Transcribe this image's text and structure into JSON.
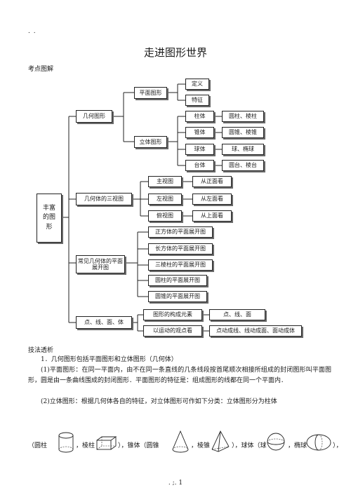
{
  "header": {
    "dots": ". .",
    "title": "走进图形世界",
    "section": "考点图解"
  },
  "diagram": {
    "root": "丰富的图形",
    "geometry": "几何图形",
    "plane": "平面图形",
    "definition": "定义",
    "feature": "特征",
    "solid": "立体图形",
    "prism": "柱体",
    "prism_ex": "圆柱、棱柱",
    "cone": "锥体",
    "cone_ex": "圆锥、棱锥",
    "sphere": "球体",
    "sphere_ex": "球、椭球",
    "frustum": "台体",
    "frustum_ex": "圆台、棱台",
    "three_views": "几何体的三视图",
    "front_view": "主视图",
    "front_desc": "从正面看",
    "left_view": "左视图",
    "left_desc": "从左面看",
    "top_view": "俯视图",
    "top_desc": "从上面看",
    "nets": "常见几何体的平面展开图",
    "net1": "正方体的平面展开图",
    "net2": "长方体的平面展开图",
    "net3": "三棱柱的平面展开图",
    "net4": "圆柱的平面展开图",
    "net5": "圆锥的平面展开图",
    "plpb": "点、线、面、体",
    "elements": "图形的构成元素",
    "elements_desc": "点、线、面",
    "motion": "以运动的观点看",
    "motion_desc": "点动成线、线动成面、面动成体"
  },
  "body": {
    "tech_head": "技法透析",
    "p1": "1．几何图形包括平面图形和立体图形（几何体）",
    "p2": "(1)平面图形：在同一平面内，由不在同一条直线的几条线段按首尾顺次相接所组成的封闭图形叫平面图形，圆是由一条曲线围成的封闭图形．平面图形的特征是：组成图形的线都在同一个平面内．",
    "p3": "(2)立体图形：根据几何体各自的特征，对立体图形可作如下分类：立体图形分为柱体"
  },
  "solids_row": {
    "t1": "（圆柱",
    "t2": "，棱柱",
    "t3": "），锥体（圆锥",
    "t4": "，棱锥",
    "t5": "），球体（球",
    "t6": "，椭球",
    "t7": "），"
  },
  "footer": {
    "page": ". ;. 1"
  }
}
